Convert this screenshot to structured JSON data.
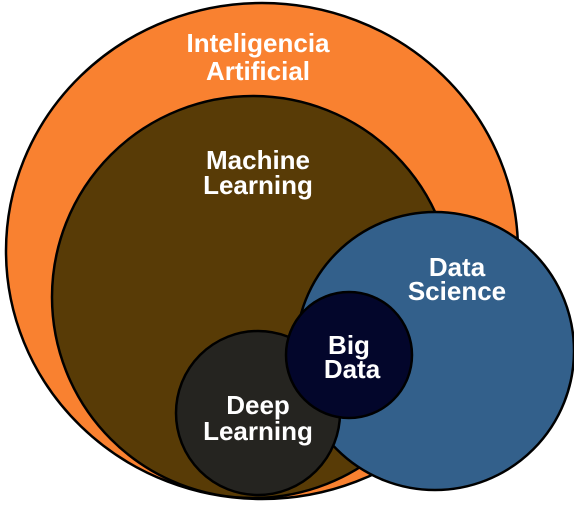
{
  "diagram": {
    "nodes": [
      {
        "id": "ai",
        "lines": [
          "Inteligencia",
          "Artificial"
        ],
        "color": "#f98130"
      },
      {
        "id": "ml",
        "lines": [
          "Machine",
          "Learning"
        ],
        "color": "#583b06"
      },
      {
        "id": "ds",
        "lines": [
          "Data",
          "Science"
        ],
        "color": "#33608b"
      },
      {
        "id": "dl",
        "lines": [
          "Deep",
          "Learning"
        ],
        "color": "#252420"
      },
      {
        "id": "bd",
        "lines": [
          "Big",
          "Data"
        ],
        "color": "#03062b"
      }
    ],
    "stroke_color": "#000000",
    "label_color": "#ffffff"
  }
}
